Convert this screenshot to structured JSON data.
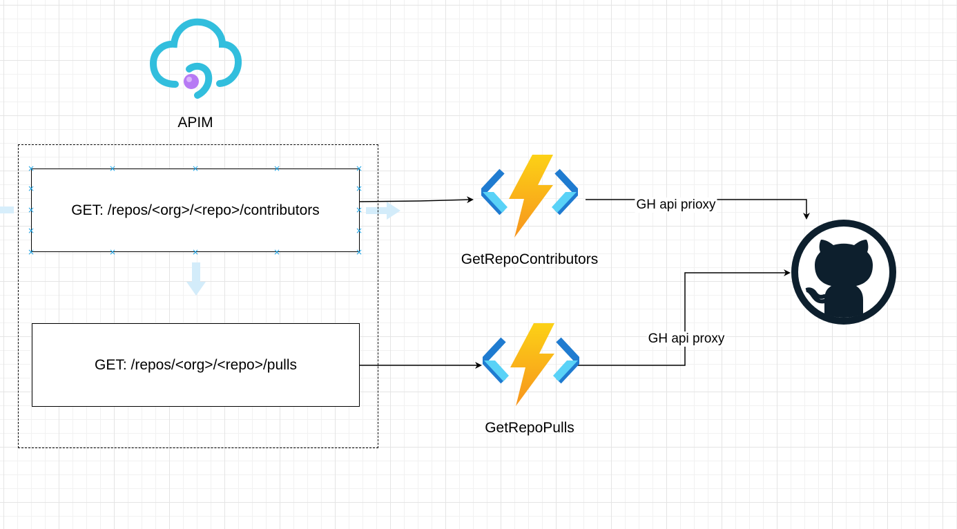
{
  "apim": {
    "label": "APIM",
    "icon": "apim-cloud-icon",
    "colors": {
      "cloud": "#32bedd",
      "dot": "#b77af4"
    }
  },
  "endpoints": [
    {
      "label": "GET: /repos/<org>/<repo>/contributors"
    },
    {
      "label": "GET: /repos/<org>/<repo>/pulls"
    }
  ],
  "functions": [
    {
      "label": "GetRepoContributors",
      "icon": "azure-function-icon"
    },
    {
      "label": "GetRepoPulls",
      "icon": "azure-function-icon"
    }
  ],
  "edges": [
    {
      "label": "GH api prioxy"
    },
    {
      "label": "GH api proxy"
    }
  ],
  "github": {
    "icon": "github-octocat-icon",
    "color": "#0d1f2d"
  },
  "colors": {
    "selection": "#1ba1e2",
    "hint_arrow": "#bfe3f7",
    "bolt_top": "#fcd116",
    "bolt_bottom": "#f7941d",
    "bracket_dark": "#1f7bd0",
    "bracket_light": "#59d2f7"
  }
}
